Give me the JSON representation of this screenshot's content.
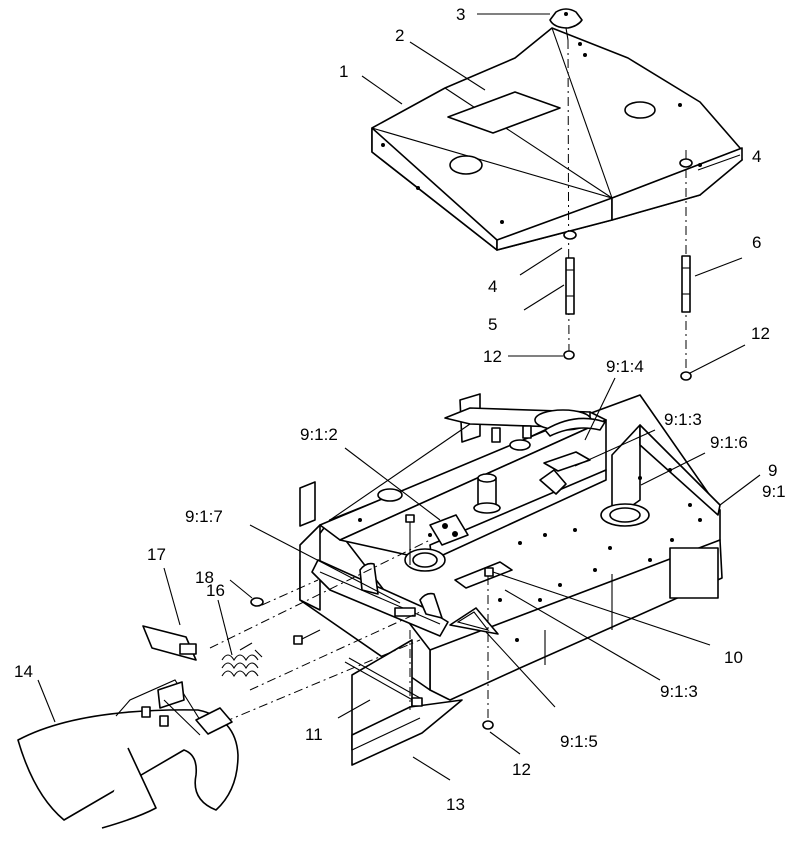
{
  "callouts": [
    {
      "id": "c1",
      "text": "1"
    },
    {
      "id": "c2",
      "text": "2"
    },
    {
      "id": "c3",
      "text": "3"
    },
    {
      "id": "c4a",
      "text": "4"
    },
    {
      "id": "c4b",
      "text": "4"
    },
    {
      "id": "c5",
      "text": "5"
    },
    {
      "id": "c6",
      "text": "6"
    },
    {
      "id": "c12a",
      "text": "12"
    },
    {
      "id": "c12b",
      "text": "12"
    },
    {
      "id": "c914a",
      "text": "9:1:4"
    },
    {
      "id": "c913a",
      "text": "9:1:3"
    },
    {
      "id": "c916",
      "text": "9:1:6"
    },
    {
      "id": "c9",
      "text": "9"
    },
    {
      "id": "c91",
      "text": "9:1"
    },
    {
      "id": "c912",
      "text": "9:1:2"
    },
    {
      "id": "c917",
      "text": "9:1:7"
    },
    {
      "id": "c17",
      "text": "17"
    },
    {
      "id": "c18",
      "text": "18"
    },
    {
      "id": "c16",
      "text": "16"
    },
    {
      "id": "c10",
      "text": "10"
    },
    {
      "id": "c14",
      "text": "14"
    },
    {
      "id": "c913b",
      "text": "9:1:3"
    },
    {
      "id": "c11",
      "text": "11"
    },
    {
      "id": "c915",
      "text": "9:1:5"
    },
    {
      "id": "c12c",
      "text": "12"
    },
    {
      "id": "c13",
      "text": "13"
    }
  ]
}
